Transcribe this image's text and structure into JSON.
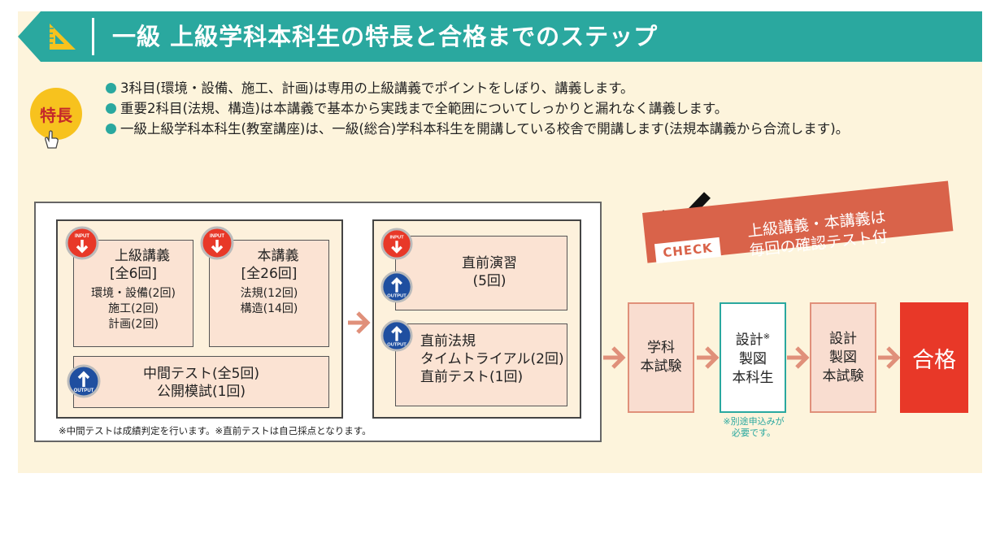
{
  "header": {
    "title": "一級 上級学科本科生の特長と合格までのステップ",
    "icon": "ruler-triangle-icon"
  },
  "badge": {
    "label": "特長",
    "icon": "pointing-hand-icon"
  },
  "features": [
    "3科目(環境・設備、施工、計画)は専用の上級講義でポイントをしぼり、講義します。",
    "重要2科目(法規、構造)は本講義で基本から実践まで全範囲についてしっかりと漏れなく講義します。",
    "一級上級学科本科生(教室講座)は、一級(総合)学科本科生を開講している校舎で開講します(法規本講義から合流します)。"
  ],
  "flow": {
    "upper_lecture": {
      "badge": "INPUT",
      "title": "上級講義",
      "count": "[全6回]",
      "items": [
        "環境・設備(2回)",
        "施工(2回)",
        "計画(2回)"
      ]
    },
    "main_lecture": {
      "badge": "INPUT",
      "title": "本講義",
      "count": "[全26回]",
      "items": [
        "法規(12回)",
        "構造(14回)"
      ]
    },
    "midterm": {
      "badge": "OUTPUT",
      "lines": [
        "中間テスト(全5回)",
        "公開模試(1回)"
      ]
    },
    "pre_exercise": {
      "badges": [
        "INPUT",
        "OUTPUT"
      ],
      "lines": [
        "直前演習",
        "(5回)"
      ]
    },
    "pre_law": {
      "badge": "OUTPUT",
      "lines": [
        "直前法規",
        "タイムトライアル(2回)",
        "直前テスト(1回)"
      ]
    },
    "note": "※中間テストは成績判定を行います。※直前テストは自己採点となります。"
  },
  "check": {
    "label": "CHECK",
    "lines": [
      "上級講義・本講義は",
      "毎回の確認テスト付"
    ]
  },
  "steps": [
    {
      "lines": [
        "学科",
        "本試験"
      ],
      "style": "salmon"
    },
    {
      "lines": [
        "設計",
        "製図",
        "本科生"
      ],
      "mark": "※",
      "style": "teal"
    },
    {
      "lines": [
        "設計",
        "製図",
        "本試験"
      ],
      "style": "salmon"
    }
  ],
  "step_note": [
    "※別途申込みが",
    "必要です。"
  ],
  "goal": "合格",
  "colors": {
    "teal": "#2aa89f",
    "panel": "#fdf4dc",
    "salmon_box": "#f9ddd0",
    "arrow": "#e0907a",
    "goal_red": "#e83828",
    "check_banner": "#d9634a",
    "badge_yellow": "#f7c21e"
  }
}
